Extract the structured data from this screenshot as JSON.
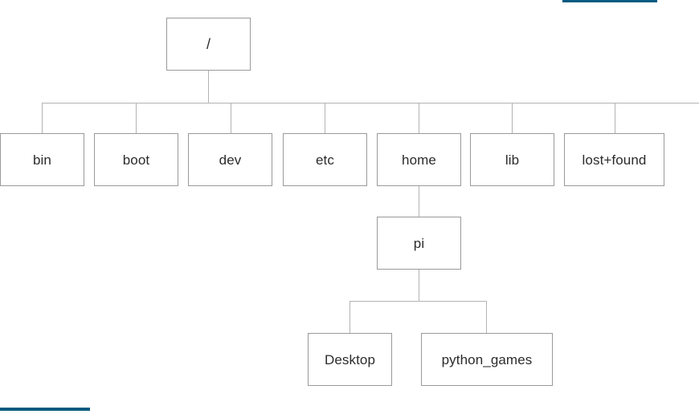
{
  "diagram": {
    "type": "tree",
    "title": "Linux filesystem directory tree",
    "colors": {
      "background": "#ffffff",
      "box_border": "#9a9a9a",
      "connector": "#b3b3b3",
      "text": "#2b2b2b",
      "accent": "#055a80"
    },
    "accents": [
      {
        "name": "top-right-rule",
        "label": ""
      },
      {
        "name": "bottom-left-rule",
        "label": ""
      }
    ],
    "nodes": [
      {
        "id": "root",
        "label": "/",
        "level": 0,
        "parent": null
      },
      {
        "id": "bin",
        "label": "bin",
        "level": 1,
        "parent": "root"
      },
      {
        "id": "boot",
        "label": "boot",
        "level": 1,
        "parent": "root"
      },
      {
        "id": "dev",
        "label": "dev",
        "level": 1,
        "parent": "root"
      },
      {
        "id": "etc",
        "label": "etc",
        "level": 1,
        "parent": "root"
      },
      {
        "id": "home",
        "label": "home",
        "level": 1,
        "parent": "root"
      },
      {
        "id": "lib",
        "label": "lib",
        "level": 1,
        "parent": "root"
      },
      {
        "id": "lostfound",
        "label": "lost+found",
        "level": 1,
        "parent": "root"
      },
      {
        "id": "pi",
        "label": "pi",
        "level": 2,
        "parent": "home"
      },
      {
        "id": "desktop",
        "label": "Desktop",
        "level": 3,
        "parent": "pi"
      },
      {
        "id": "pythongames",
        "label": "python_games",
        "level": 3,
        "parent": "pi"
      }
    ]
  }
}
